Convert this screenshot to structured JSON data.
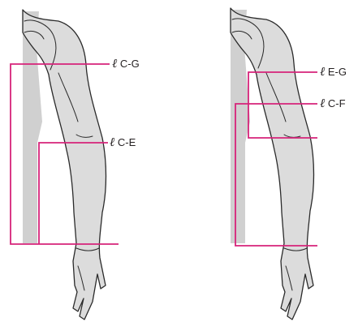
{
  "figure": {
    "left_panel": {
      "labels": [
        {
          "prefix": "ℓ",
          "text": " C-G"
        },
        {
          "prefix": "ℓ",
          "text": " C-E"
        }
      ]
    },
    "right_panel": {
      "labels": [
        {
          "prefix": "ℓ",
          "text": " E-G"
        },
        {
          "prefix": "ℓ",
          "text": " C-F"
        }
      ]
    },
    "colors": {
      "measurement_line": "#d6237a",
      "arm_fill": "#dcdcdc",
      "torso_fill": "#d0d0d0",
      "outline": "#2a2a2a",
      "label_text": "#231f20"
    }
  }
}
